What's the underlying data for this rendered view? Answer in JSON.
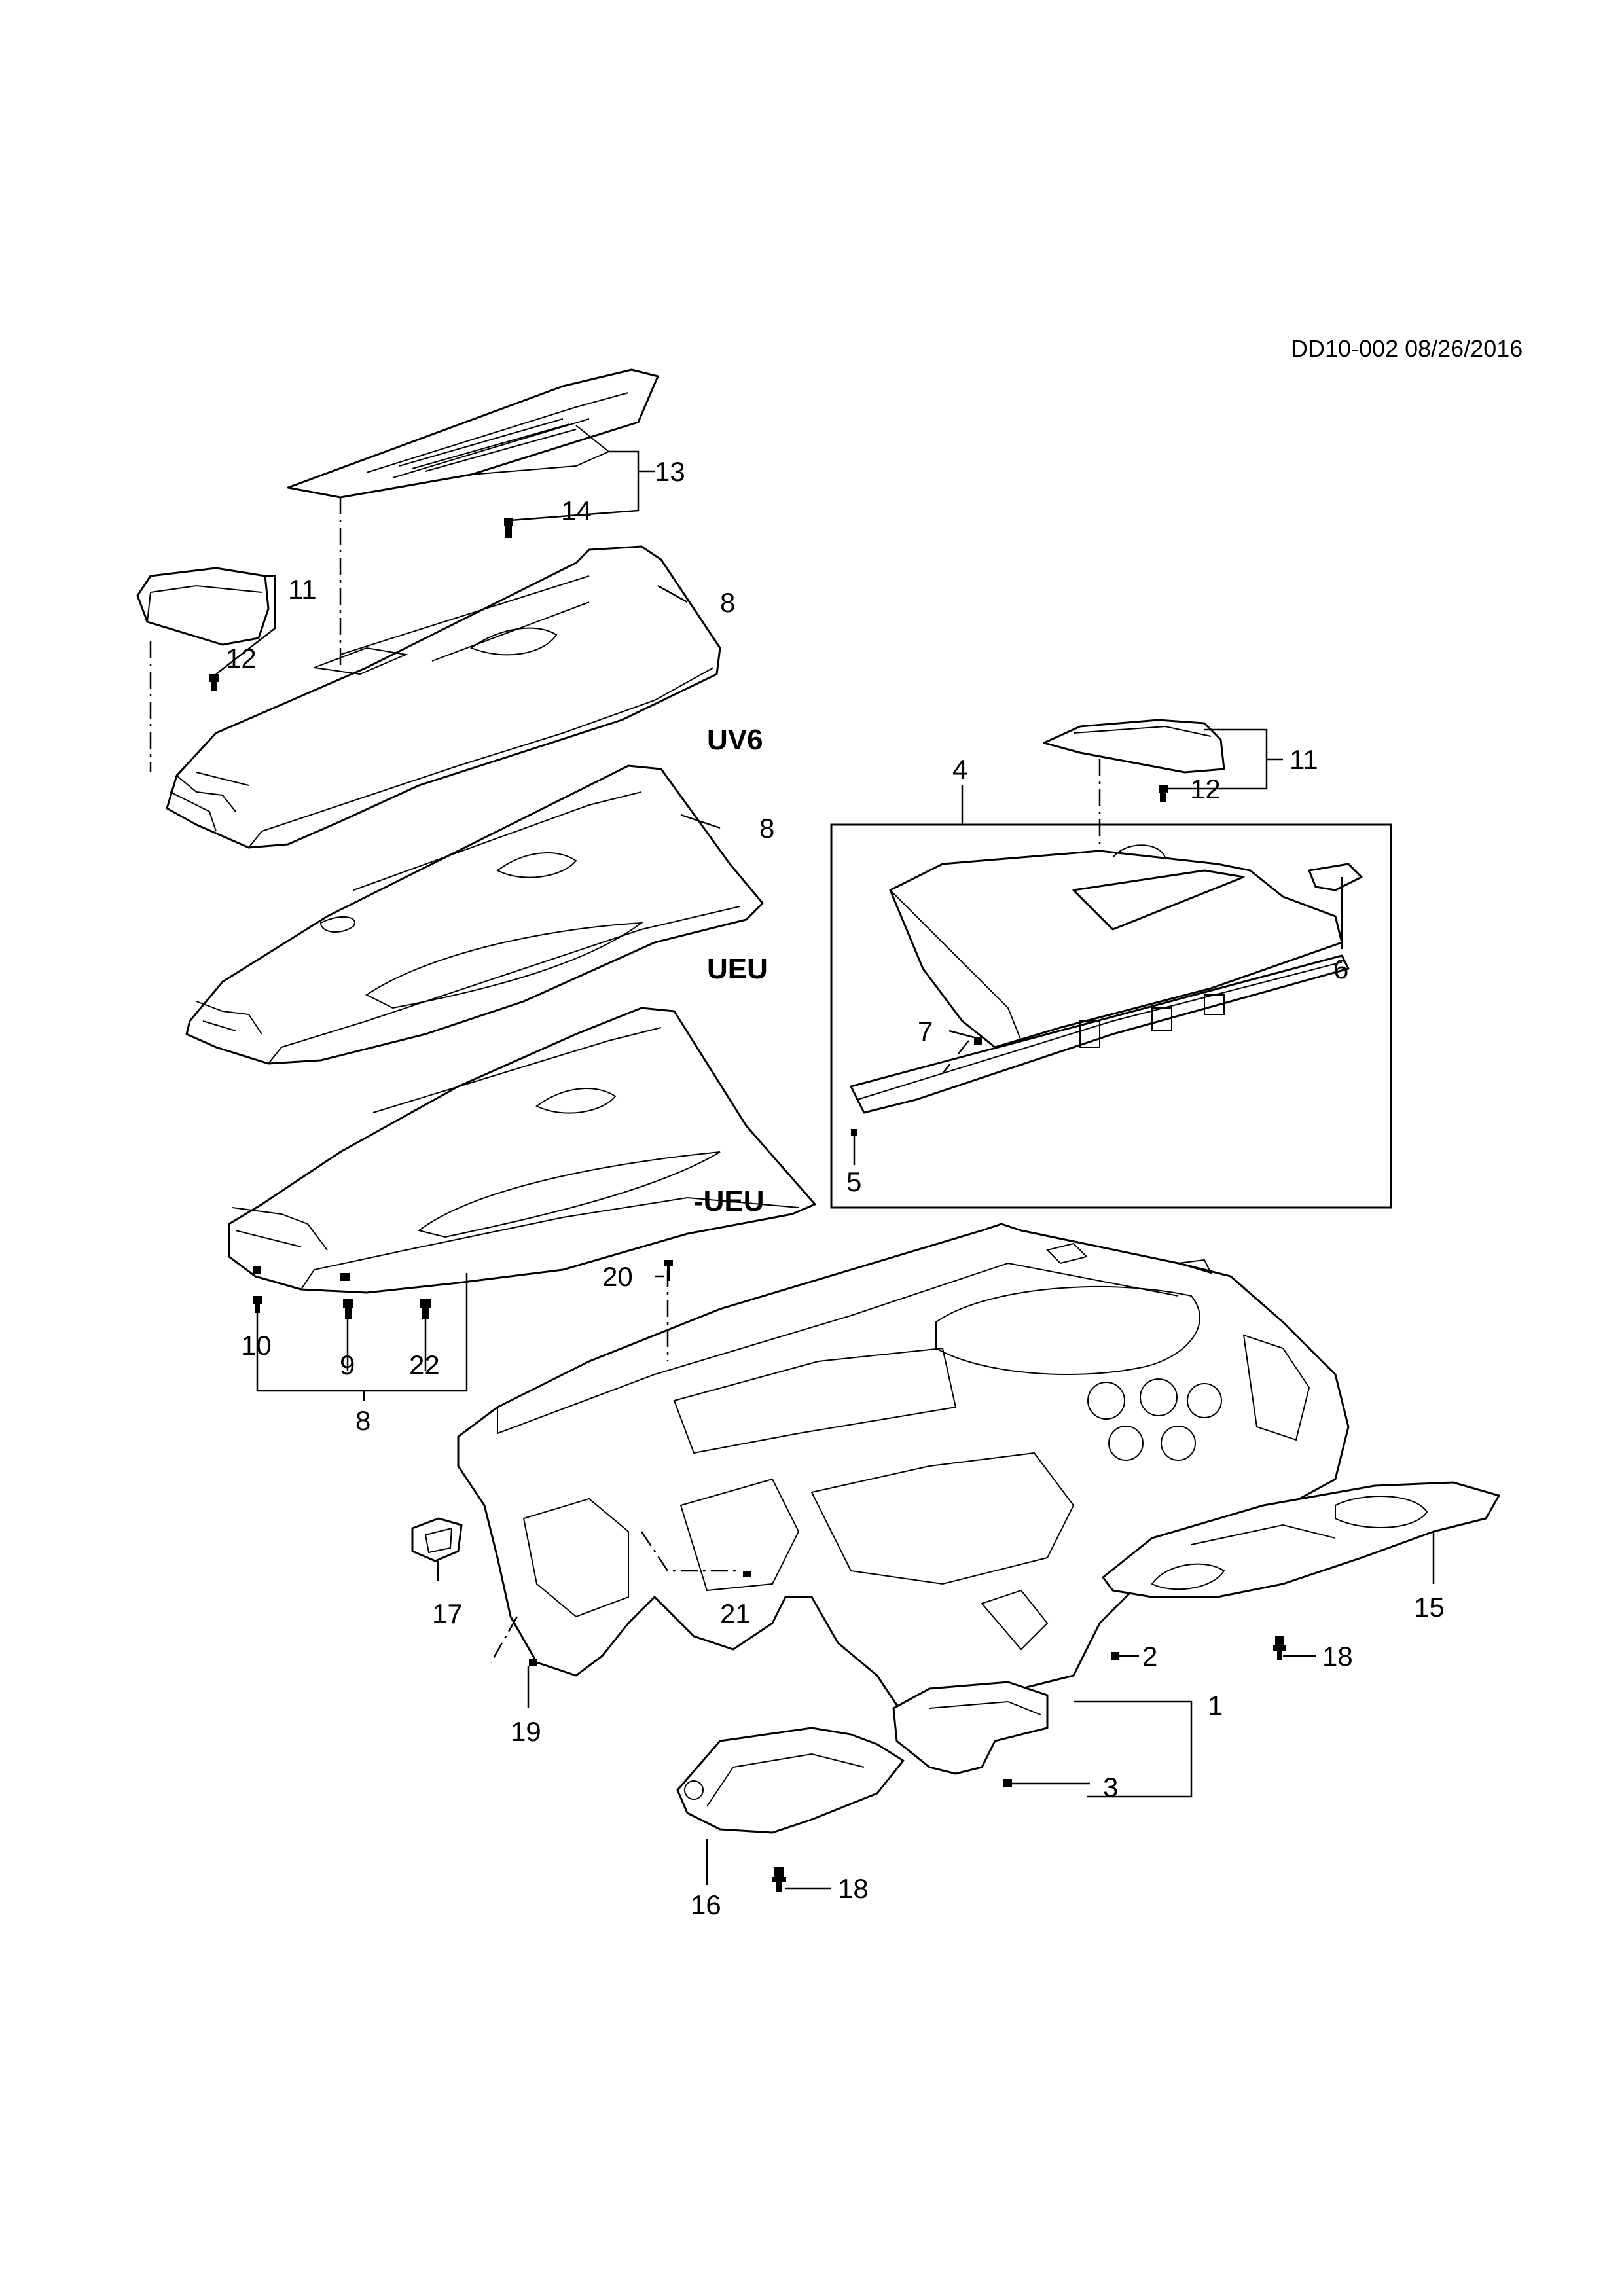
{
  "header": {
    "doc_ref": "DD10-002 08/26/2016"
  },
  "variants": {
    "uv6": "UV6",
    "ueu": "UEU",
    "no_ueu": "-UEU"
  },
  "callouts": {
    "c1": "1",
    "c2": "2",
    "c3": "3",
    "c4": "4",
    "c5": "5",
    "c6": "6",
    "c7": "7",
    "c8a": "8",
    "c8b": "8",
    "c8c": "8",
    "c9": "9",
    "c10": "10",
    "c11a": "11",
    "c11b": "11",
    "c12a": "12",
    "c12b": "12",
    "c13": "13",
    "c14": "14",
    "c15": "15",
    "c16": "16",
    "c17": "17",
    "c18a": "18",
    "c18b": "18",
    "c19": "19",
    "c20": "20",
    "c21": "21",
    "c22": "22"
  }
}
